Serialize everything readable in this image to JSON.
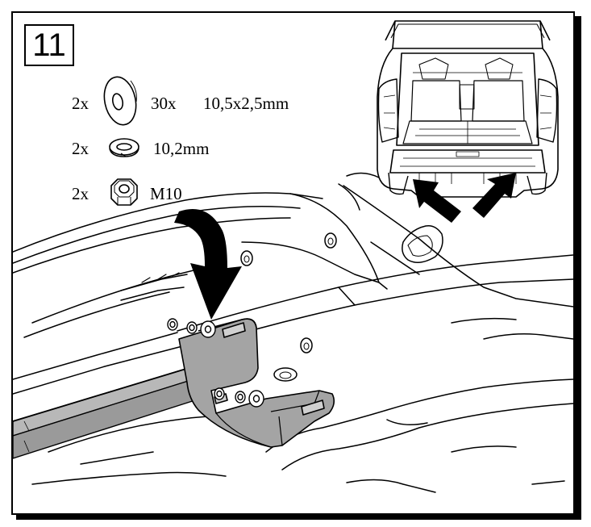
{
  "step_number": "11",
  "parts": [
    {
      "qty": "2x",
      "icon": "flat-washer-icon",
      "spec_qty": "30x",
      "spec": "10,5x2,5mm"
    },
    {
      "qty": "2x",
      "icon": "spring-washer-icon",
      "spec": "10,2mm"
    },
    {
      "qty": "2x",
      "icon": "hex-nut-icon",
      "spec": "M10"
    }
  ]
}
